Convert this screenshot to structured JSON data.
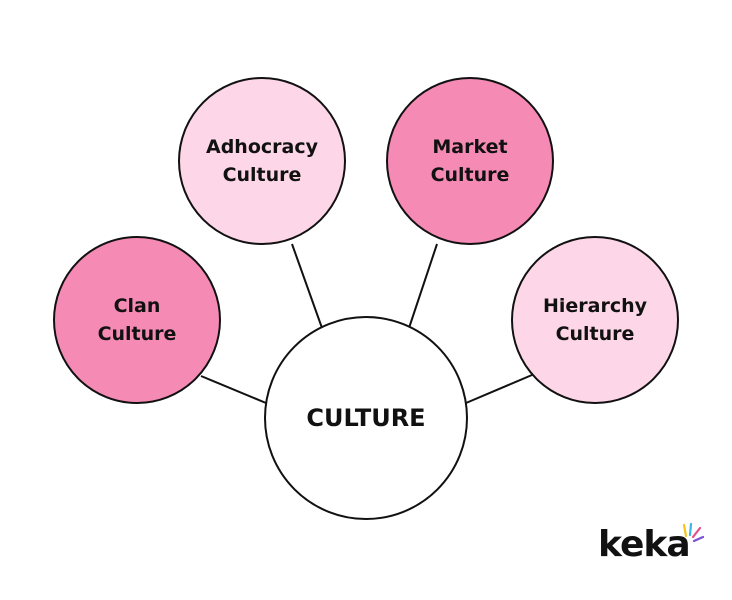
{
  "diagram": {
    "center": {
      "label": "CULTURE",
      "fill": "#ffffff"
    },
    "nodes": [
      {
        "id": "clan",
        "line1": "Clan",
        "line2": "Culture",
        "fill": "#f58ab5"
      },
      {
        "id": "adhocracy",
        "line1": "Adhocracy",
        "line2": "Culture",
        "fill": "#fdd6e7"
      },
      {
        "id": "market",
        "line1": "Market",
        "line2": "Culture",
        "fill": "#f58ab5"
      },
      {
        "id": "hierarchy",
        "line1": "Hierarchy",
        "line2": "Culture",
        "fill": "#fdd6e7"
      }
    ],
    "stroke_color": "#111111"
  },
  "logo": {
    "text": "keka",
    "ray_colors": [
      "#f5c518",
      "#3db5e6",
      "#e84c8b",
      "#7b4fd6"
    ]
  }
}
